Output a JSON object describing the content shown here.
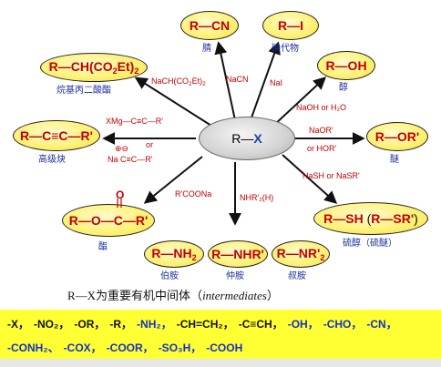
{
  "diagram": {
    "center": {
      "r": "R",
      "bond": "—",
      "x": "X"
    },
    "products": {
      "nitrile": {
        "group": "R—CN",
        "name": "腈"
      },
      "halide": {
        "group": "R—I",
        "name": "碘代物"
      },
      "alcohol": {
        "group": "R—OH",
        "name": "醇"
      },
      "ether": {
        "group": "R—OR'",
        "name": "醚"
      },
      "thiol": {
        "group_a": "R—SH",
        "group_b": "R—SR'",
        "name": "硫醇（硫醚）"
      },
      "tert_amine": {
        "group": "R—NR'",
        "group_sub": "2",
        "name": "叔胺"
      },
      "sec_amine": {
        "group": "R—NHR'",
        "name": "仲胺"
      },
      "pri_amine": {
        "group": "R—NH",
        "group_sub": "2",
        "name": "伯胺"
      },
      "ester": {
        "group": "R—O—C—R'",
        "carbonyl": "O",
        "name": "酯"
      },
      "alkyne": {
        "group": "R—C≡C—R'",
        "name": "高级炔"
      },
      "malonate": {
        "group": "R—CH(CO",
        "group_sub": "2",
        "group_end": "Et)",
        "group_sub2": "2",
        "name": "烷基丙二酸酯"
      }
    },
    "reagents": {
      "malonate": {
        "a": "NaCH(CO",
        "sub": "2",
        "b": "Et)",
        "sub2": "2"
      },
      "nitrile": "NaCN",
      "halide": "NaI",
      "alcohol": "NaOH or H₂O",
      "ether_a": "NaOR'",
      "ether_b": "or HOR'",
      "thiol": "NaSH or NaSR'",
      "amine": "NHR'₂(H)",
      "ester": "R'COONa",
      "alkyne_a": "XMg—C≡C—R'",
      "alkyne_or": "or",
      "alkyne_b": "⊕⊖",
      "alkyne_c": "Na  C≡C—R'"
    },
    "caption": "R—X为重要有机中间体（",
    "caption_italic": "intermediates",
    "caption_end": "）"
  },
  "leaving_groups": {
    "line1": [
      {
        "text": "-X，",
        "color": "black"
      },
      {
        "text": "-NO₂，",
        "color": "black"
      },
      {
        "text": "-OR，",
        "color": "black"
      },
      {
        "text": "-R，",
        "color": "black"
      },
      {
        "text": "-NH₂，",
        "color": "blue"
      },
      {
        "text": "-CH=CH₂，",
        "color": "black"
      },
      {
        "text": "-C≡CH，",
        "color": "black"
      },
      {
        "text": "-OH，",
        "color": "blue"
      },
      {
        "text": "-CHO，",
        "color": "blue"
      },
      {
        "text": "-CN，",
        "color": "blue"
      }
    ],
    "line2": [
      {
        "text": "-CONH₂、",
        "color": "blue"
      },
      {
        "text": "-COX，",
        "color": "blue"
      },
      {
        "text": "-COOR，",
        "color": "blue"
      },
      {
        "text": "-SO₃H，",
        "color": "blue"
      },
      {
        "text": "-COOH",
        "color": "blue"
      }
    ]
  }
}
